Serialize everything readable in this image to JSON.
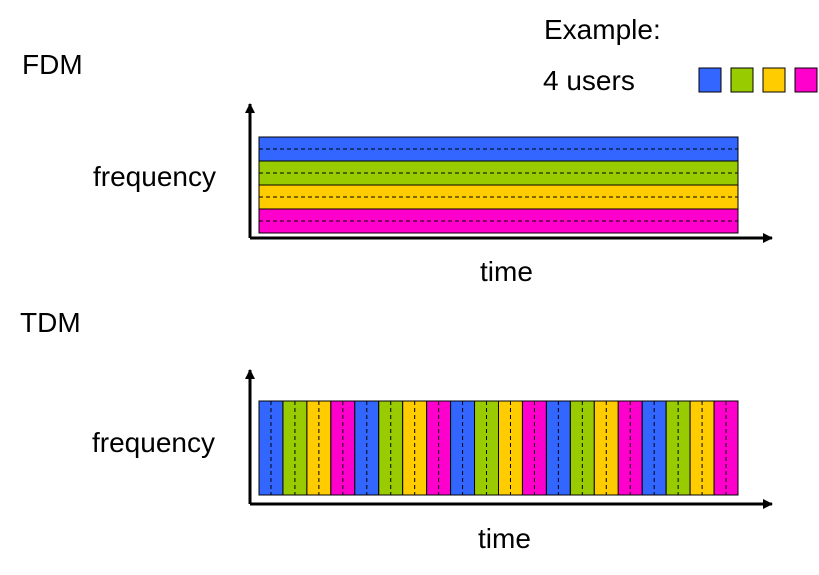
{
  "legend": {
    "title": "Example:",
    "subtitle": "4 users",
    "users": [
      {
        "color": "#3366ff"
      },
      {
        "color": "#99cc00"
      },
      {
        "color": "#ffcc00"
      },
      {
        "color": "#ff00cc"
      }
    ]
  },
  "fdm": {
    "title": "FDM",
    "ylabel": "frequency",
    "xlabel": "time"
  },
  "tdm": {
    "title": "TDM",
    "ylabel": "frequency",
    "xlabel": "time",
    "slot_count": 20
  }
}
